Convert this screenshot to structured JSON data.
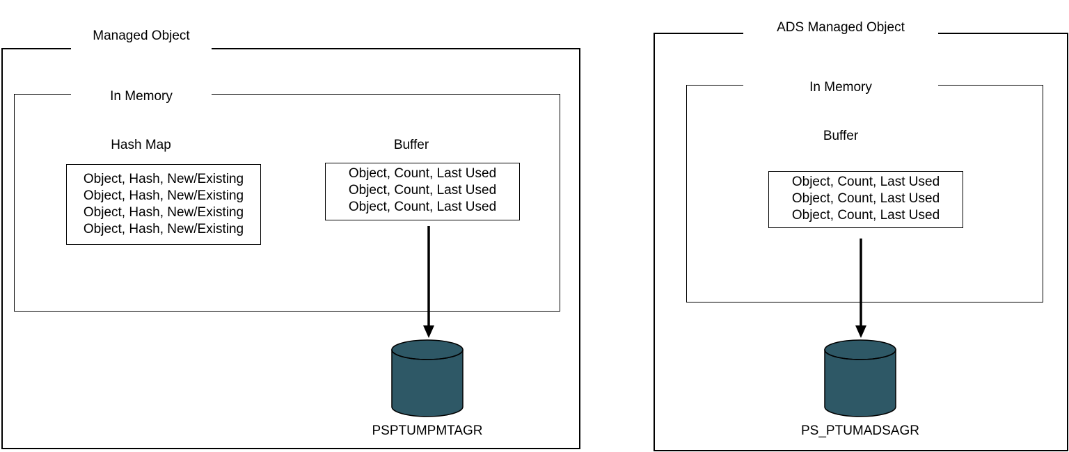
{
  "left": {
    "outer_title": "Managed Object",
    "inner_title": "In Memory",
    "hash_map": {
      "title": "Hash Map",
      "rows": [
        "Object, Hash, New/Existing",
        "Object, Hash, New/Existing",
        "Object, Hash, New/Existing",
        "Object, Hash, New/Existing"
      ]
    },
    "buffer": {
      "title": "Buffer",
      "rows": [
        "Object, Count, Last Used",
        "Object, Count, Last Used",
        "Object, Count, Last Used"
      ]
    },
    "database": "PSPTUMPMTAGR"
  },
  "right": {
    "outer_title": "ADS Managed Object",
    "inner_title": "In Memory",
    "buffer": {
      "title": "Buffer",
      "rows": [
        "Object, Count, Last Used",
        "Object, Count, Last Used",
        "Object, Count, Last Used"
      ]
    },
    "database": "PS_PTUMADSAGR"
  },
  "colors": {
    "database_fill": "#2e5866",
    "line": "#000000"
  }
}
